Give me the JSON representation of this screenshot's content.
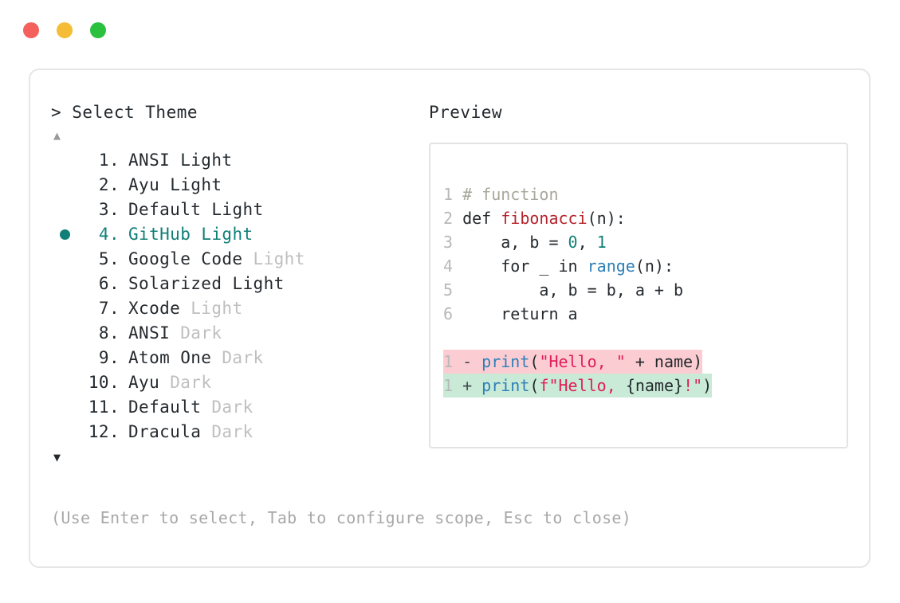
{
  "window": {
    "dots": [
      {
        "name": "close",
        "color": "#f4605c"
      },
      {
        "name": "minimize",
        "color": "#f4bd35"
      },
      {
        "name": "maximize",
        "color": "#2ac13f"
      }
    ]
  },
  "left": {
    "prompt": "> Select Theme",
    "scroll_up_icon": "▲",
    "scroll_down_icon": "▼",
    "selected_index": 4,
    "items": [
      {
        "num": "1.",
        "name": "ANSI",
        "suffix": "Light",
        "dim": false
      },
      {
        "num": "2.",
        "name": "Ayu",
        "suffix": "Light",
        "dim": false
      },
      {
        "num": "3.",
        "name": "Default",
        "suffix": "Light",
        "dim": false
      },
      {
        "num": "4.",
        "name": "GitHub",
        "suffix": "Light",
        "dim": false
      },
      {
        "num": "5.",
        "name": "Google Code",
        "suffix": "Light",
        "dim": true
      },
      {
        "num": "6.",
        "name": "Solarized",
        "suffix": "Light",
        "dim": false
      },
      {
        "num": "7.",
        "name": "Xcode",
        "suffix": "Light",
        "dim": true
      },
      {
        "num": "8.",
        "name": "ANSI",
        "suffix": "Dark",
        "dim": true
      },
      {
        "num": "9.",
        "name": "Atom One",
        "suffix": "Dark",
        "dim": true
      },
      {
        "num": "10.",
        "name": "Ayu",
        "suffix": "Dark",
        "dim": true
      },
      {
        "num": "11.",
        "name": "Default",
        "suffix": "Dark",
        "dim": true
      },
      {
        "num": "12.",
        "name": "Dracula",
        "suffix": "Dark",
        "dim": true
      }
    ],
    "hint": "(Use Enter to select, Tab to configure scope, Esc to close)"
  },
  "right": {
    "label": "Preview",
    "code_lines": [
      {
        "ln": "1",
        "tokens": [
          {
            "t": " # function",
            "c": "comment"
          }
        ]
      },
      {
        "ln": "2",
        "tokens": [
          {
            "t": " def ",
            "c": "kw"
          },
          {
            "t": "fibonacci",
            "c": "fn"
          },
          {
            "t": "(n):",
            "c": "plain"
          }
        ]
      },
      {
        "ln": "3",
        "tokens": [
          {
            "t": "     a, b = ",
            "c": "plain"
          },
          {
            "t": "0",
            "c": "num"
          },
          {
            "t": ", ",
            "c": "plain"
          },
          {
            "t": "1",
            "c": "num"
          }
        ]
      },
      {
        "ln": "4",
        "tokens": [
          {
            "t": "     for _ in ",
            "c": "plain"
          },
          {
            "t": "range",
            "c": "builtin"
          },
          {
            "t": "(n):",
            "c": "plain"
          }
        ]
      },
      {
        "ln": "5",
        "tokens": [
          {
            "t": "         a, b = b, a + b",
            "c": "plain"
          }
        ]
      },
      {
        "ln": "6",
        "tokens": [
          {
            "t": "     return a",
            "c": "plain"
          }
        ]
      }
    ],
    "diff_lines": [
      {
        "ln": "1",
        "kind": "del",
        "marker": " - ",
        "tokens": [
          {
            "t": "print",
            "c": "builtin"
          },
          {
            "t": "(",
            "c": "plain"
          },
          {
            "t": "\"Hello, \"",
            "c": "str"
          },
          {
            "t": " + name)",
            "c": "plain"
          }
        ]
      },
      {
        "ln": "1",
        "kind": "add",
        "marker": " + ",
        "tokens": [
          {
            "t": "print",
            "c": "builtin"
          },
          {
            "t": "(",
            "c": "plain"
          },
          {
            "t": "f\"Hello, ",
            "c": "str"
          },
          {
            "t": "{name}",
            "c": "plain"
          },
          {
            "t": "!\"",
            "c": "str"
          },
          {
            "t": ")",
            "c": "plain"
          }
        ]
      }
    ]
  }
}
